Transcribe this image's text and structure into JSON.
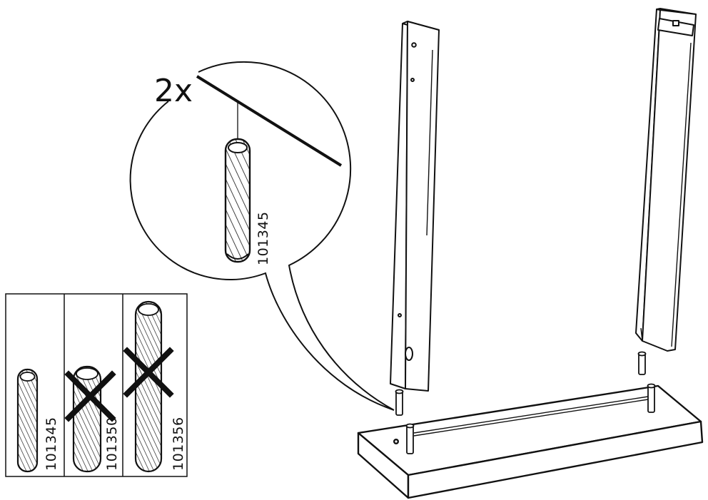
{
  "callout": {
    "quantity": "2x",
    "dowel_part": "101345"
  },
  "dowel_guide": {
    "panels": [
      {
        "part": "101345",
        "status": "correct"
      },
      {
        "part": "101350",
        "status": "incorrect"
      },
      {
        "part": "101356",
        "status": "incorrect"
      }
    ]
  },
  "colors": {
    "line": "#111111",
    "paper": "#ffffff"
  }
}
